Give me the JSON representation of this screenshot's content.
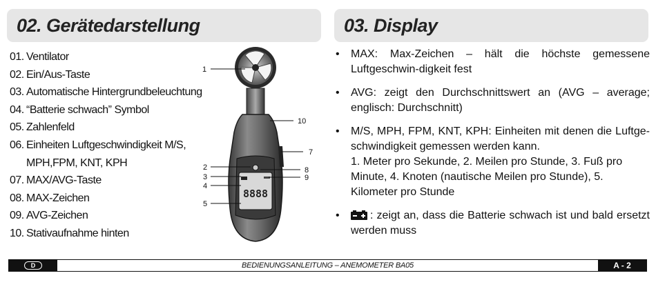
{
  "left_section": {
    "title": "02. Gerätedarstellung",
    "parts": [
      {
        "num": "01.",
        "text": "Ventilator"
      },
      {
        "num": "02.",
        "text": "Ein/Aus-Taste"
      },
      {
        "num": "03.",
        "text": "Automatische Hintergrundbeleuchtung"
      },
      {
        "num": "04.",
        "text": "“Batterie schwach” Symbol"
      },
      {
        "num": "05.",
        "text": "Zahlenfeld"
      },
      {
        "num": "06.",
        "text": "Einheiten Luftgeschwindigkeit M/S,",
        "cont": "MPH,FPM, KNT, KPH"
      },
      {
        "num": "07.",
        "text": "MAX/AVG-Taste"
      },
      {
        "num": "08.",
        "text": "MAX-Zeichen"
      },
      {
        "num": "09.",
        "text": "AVG-Zeichen"
      },
      {
        "num": "10.",
        "text": "Stativaufnahme hinten"
      }
    ],
    "callouts": {
      "c1": "1",
      "c2": "2",
      "c3": "3",
      "c4": "4",
      "c5": "5",
      "c7": "7",
      "c8": "8",
      "c9": "9",
      "c10": "10"
    },
    "display_digits": "8888"
  },
  "right_section": {
    "title": "03. Display",
    "bullet_symbol": "•",
    "items": [
      {
        "text": "MAX: Max-Zeichen – hält die höchste gemessene Luftgeschwin-digkeit fest"
      },
      {
        "text": "AVG: zeigt den Durchschnittswert an (AVG – average; englisch: Durchschnitt)"
      },
      {
        "text": "M/S, MPH, FPM, KNT, KPH: Einheiten mit denen die Luftge-schwindigkeit gemessen werden kann.",
        "sub": "1. Meter pro Sekunde, 2. Meilen pro Stunde, 3. Fuß pro Minute, 4. Knoten (nautische Meilen pro Stunde), 5. Kilometer pro Stunde"
      },
      {
        "text": ": zeigt an, dass die Batterie schwach ist und bald ersetzt werden muss",
        "icon": "battery-low-icon"
      }
    ]
  },
  "footer": {
    "lang_badge": "D",
    "title": "BEDIENUNGSANLEITUNG – ANEMOMETER BA05",
    "page": "A - 2"
  }
}
